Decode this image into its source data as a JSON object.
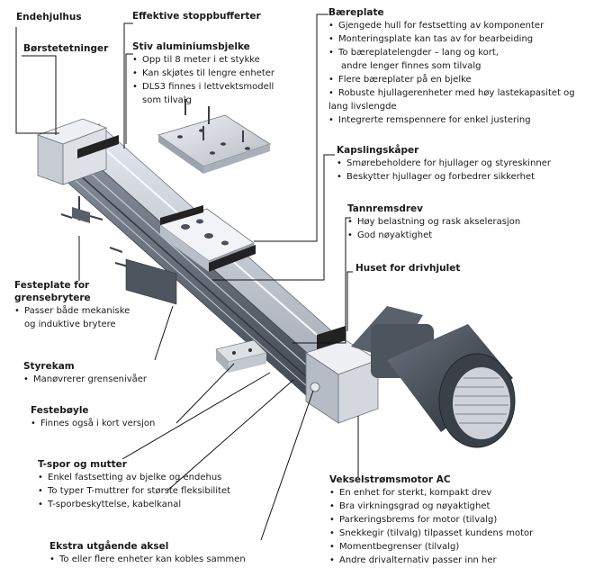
{
  "labels": {
    "endehjulhus": {
      "title": "Endehjulhus"
    },
    "borstetetninger": {
      "title": "Børstetetninger"
    },
    "stoppbufferter": {
      "title": "Effektive stoppbufferter"
    },
    "aluminiumsbjelke": {
      "title": "Stiv aluminiumsbjelke",
      "items": [
        "Opp til 8 meter i et stykke",
        "Kan skjøtes til lengre enheter",
        "DLS3 finnes i lettvektsmodell",
        "som tilvalg"
      ]
    },
    "baereplate": {
      "title": "Bæreplate",
      "items": [
        "Gjengede hull for festsetting av komponenter",
        "Monteringsplate kan tas av for bearbeiding",
        "To bæreplatelengder – lang og kort,",
        "andre lenger finnes som tilvalg",
        "Flere bæreplater på en bjelke",
        "Robuste hjullagerenheter med høy lastekapasitet og",
        "lang livslengde",
        "Integrerte remspennere for enkel justering"
      ]
    },
    "kapslingskaper": {
      "title": "Kapslingskåper",
      "items": [
        "Smørebeholdere for hjullager og styreskinner",
        "Beskytter hjullager og forbedrer sikkerhet"
      ]
    },
    "tannremsdrev": {
      "title": "Tannremsdrev",
      "items": [
        "Høy belastning og rask akselerasjon",
        "God nøyaktighet"
      ]
    },
    "drivhjul": {
      "title": "Huset for drivhjulet"
    },
    "festeplate": {
      "title1": "Festeplate for",
      "title2": "grensebrytere",
      "items": [
        "Passer både mekaniske",
        "og induktive brytere"
      ]
    },
    "styrekam": {
      "title": "Styrekam",
      "items": [
        "Manøvrerer grensenivåer"
      ]
    },
    "festeboyle": {
      "title": "Festebøyle",
      "items": [
        "Finnes også i kort versjon"
      ]
    },
    "tspor": {
      "title": "T-spor og mutter",
      "items": [
        "Enkel fastsetting av bjelke og endehus",
        "To typer T-muttrer for største fleksibilitet",
        "T-sporbeskyttelse, kabelkanal"
      ]
    },
    "aksel": {
      "title": "Ekstra utgående aksel",
      "items": [
        "To eller flere enheter kan kobles sammen"
      ]
    },
    "motor": {
      "title": "Vekselstrømsmotor AC",
      "items": [
        "En enhet for sterkt, kompakt drev",
        "Bra virkningsgrad og nøyaktighet",
        "Parkeringsbrems for motor (tilvalg)",
        "Snekkegir (tilvalg) tilpasset kundens motor",
        "Momentbegrenser (tilvalg)",
        "Andre drivalternativ passer inn her"
      ]
    }
  }
}
